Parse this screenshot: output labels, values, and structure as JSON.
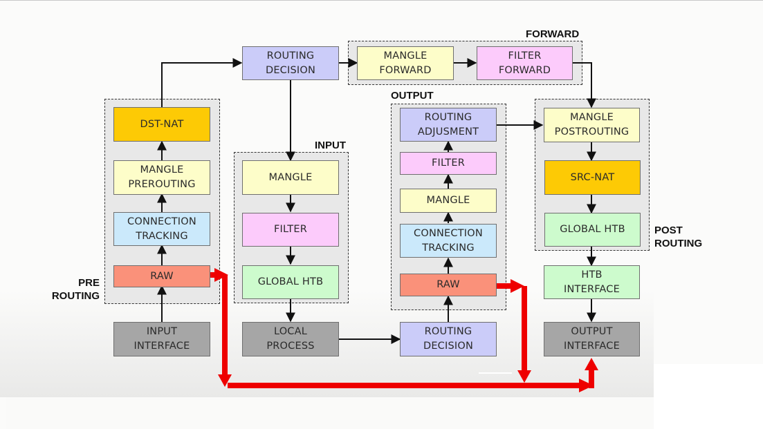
{
  "diagram": {
    "title": "Packet flow",
    "groups": {
      "prerouting": "PRE ROUTING",
      "input": "INPUT",
      "forward": "FORWARD",
      "output": "OUTPUT",
      "postrouting": "POST ROUTING"
    },
    "group_lines": {
      "pre_1": "PRE",
      "pre_2": "ROUTING",
      "post_1": "POST",
      "post_2": "ROUTING"
    },
    "nodes": {
      "input_interface": [
        "INPUT",
        "INTERFACE"
      ],
      "pre_raw": [
        "RAW"
      ],
      "pre_conntrack": [
        "CONNECTION",
        "TRACKING"
      ],
      "pre_mangle": [
        "MANGLE",
        "PREROUTING"
      ],
      "dst_nat": [
        "DST-NAT"
      ],
      "routing_decision_1": [
        "ROUTING",
        "DECISION"
      ],
      "mangle_forward": [
        "MANGLE",
        "FORWARD"
      ],
      "filter_forward": [
        "FILTER",
        "FORWARD"
      ],
      "input_mangle": [
        "MANGLE"
      ],
      "input_filter": [
        "FILTER"
      ],
      "input_global_htb": [
        "GLOBAL HTB"
      ],
      "local_process": [
        "LOCAL",
        "PROCESS"
      ],
      "routing_decision_2": [
        "ROUTING",
        "DECISION"
      ],
      "out_raw": [
        "RAW"
      ],
      "out_conntrack": [
        "CONNECTION",
        "TRACKING"
      ],
      "out_mangle": [
        "MANGLE"
      ],
      "out_filter": [
        "FILTER"
      ],
      "routing_adjustment": [
        "ROUTING",
        "ADJUSMENT"
      ],
      "mangle_postrouting": [
        "MANGLE",
        "POSTROUTING"
      ],
      "src_nat": [
        "SRC-NAT"
      ],
      "post_global_htb": [
        "GLOBAL HTB"
      ],
      "htb_interface": [
        "HTB",
        "INTERFACE"
      ],
      "output_interface": [
        "OUTPUT",
        "INTERFACE"
      ]
    },
    "colors": {
      "mangle": "#fdfdc9",
      "filter": "#fccbfb",
      "conntrack": "#cbe9fb",
      "routing": "#cbccf9",
      "htb": "#cdfbcd",
      "nat": "#fdca05",
      "raw": "#fa917a",
      "interface": "#a6a6a6",
      "bypass_arrow": "#ee0000",
      "flow_arrow": "#111111"
    }
  }
}
